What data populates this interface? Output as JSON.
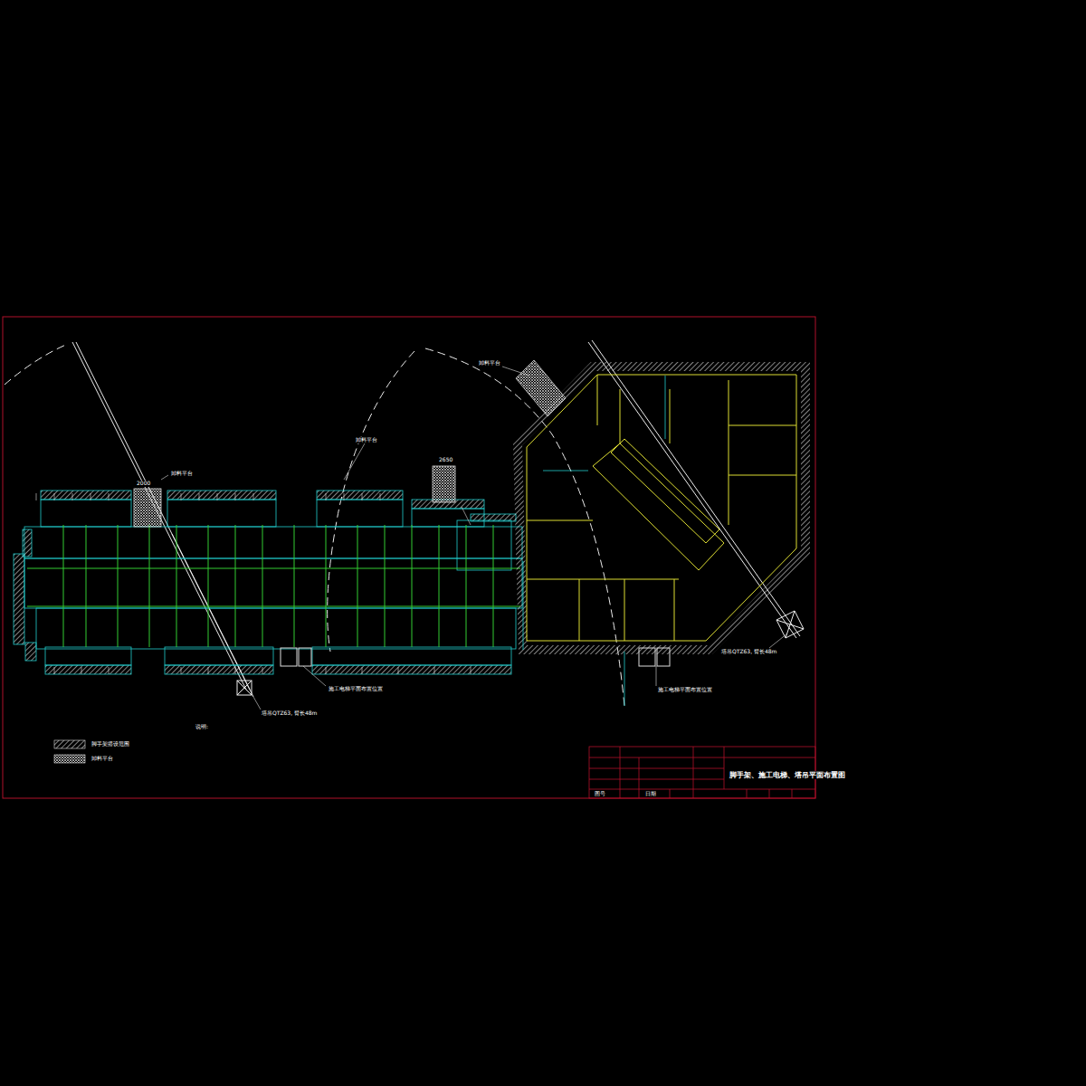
{
  "diagram": {
    "labels": [
      "卸料平台",
      "2000",
      "卸料平台",
      "2650",
      "卸料平台",
      "施工电梯平面布置位置",
      "施工电梯平面布置位置",
      "塔吊QTZ63, 臂长48m",
      "塔吊QTZ63, 臂长48m",
      "说明:",
      "脚手架、施工电梯、塔吊平面布置图",
      "图号",
      "日期"
    ],
    "legend": [
      {
        "text": "脚手架搭设范围"
      },
      {
        "text": "卸料平台"
      }
    ]
  }
}
